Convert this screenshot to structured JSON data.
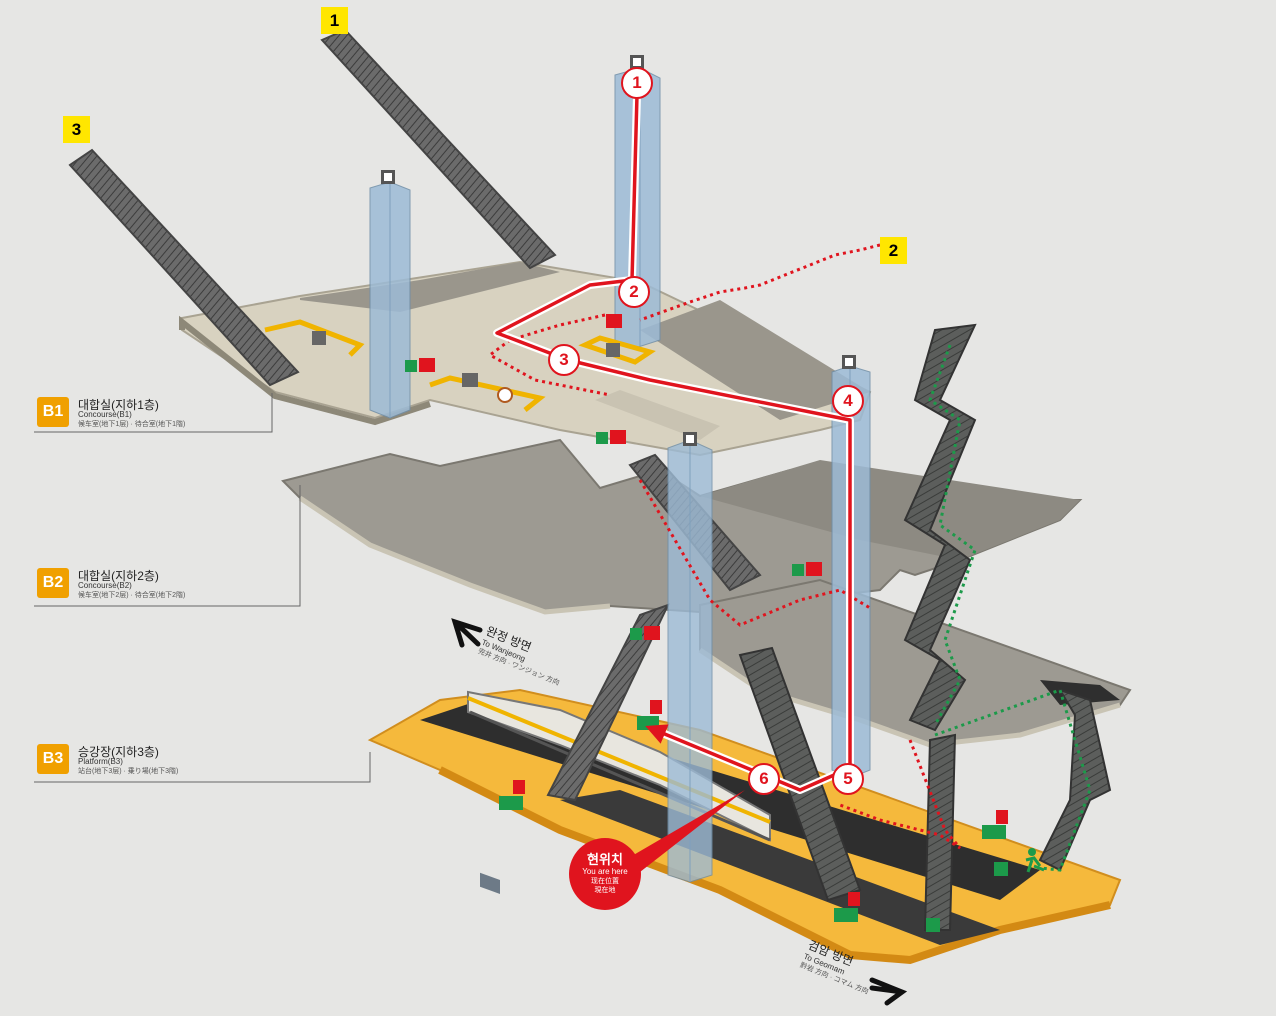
{
  "exits": [
    {
      "id": "exit-1",
      "label": "1"
    },
    {
      "id": "exit-2",
      "label": "2"
    },
    {
      "id": "exit-3",
      "label": "3"
    }
  ],
  "floors": [
    {
      "id": "b1",
      "badge": "B1",
      "ko": "대합실(지하1층)",
      "en": "Concourse(B1)",
      "jp": "候车室(地下1层) · 待合室(地下1階)"
    },
    {
      "id": "b2",
      "badge": "B2",
      "ko": "대합실(지하2층)",
      "en": "Concourse(B2)",
      "jp": "候车室(地下2层) · 待合室(地下2階)"
    },
    {
      "id": "b3",
      "badge": "B3",
      "ko": "승강장(지하3층)",
      "en": "Platform(B3)",
      "jp": "站台(地下3层) · 乗り場(地下3階)"
    }
  ],
  "directions": {
    "wanjeong": {
      "ko": "완정 방면",
      "en": "To Wanjeong",
      "jp": "完井 方向 · ワンジョン 方向"
    },
    "geomam": {
      "ko": "검암 방면",
      "en": "To Geomam",
      "jp": "黔岩 方向 · コマム 方向"
    }
  },
  "route_steps": [
    "1",
    "2",
    "3",
    "4",
    "5",
    "6"
  ],
  "you_are_here": {
    "ko": "현위치",
    "en": "You are here",
    "cn": "现在位置",
    "jp": "現在地"
  },
  "colors": {
    "route": "#e0141e",
    "exit_badge": "#ffe600",
    "floor_badge": "#f0a000",
    "platform": "#f5b93c",
    "emergency_route": "#1c9a4a",
    "elevator_glass": "#9dbbd6"
  }
}
